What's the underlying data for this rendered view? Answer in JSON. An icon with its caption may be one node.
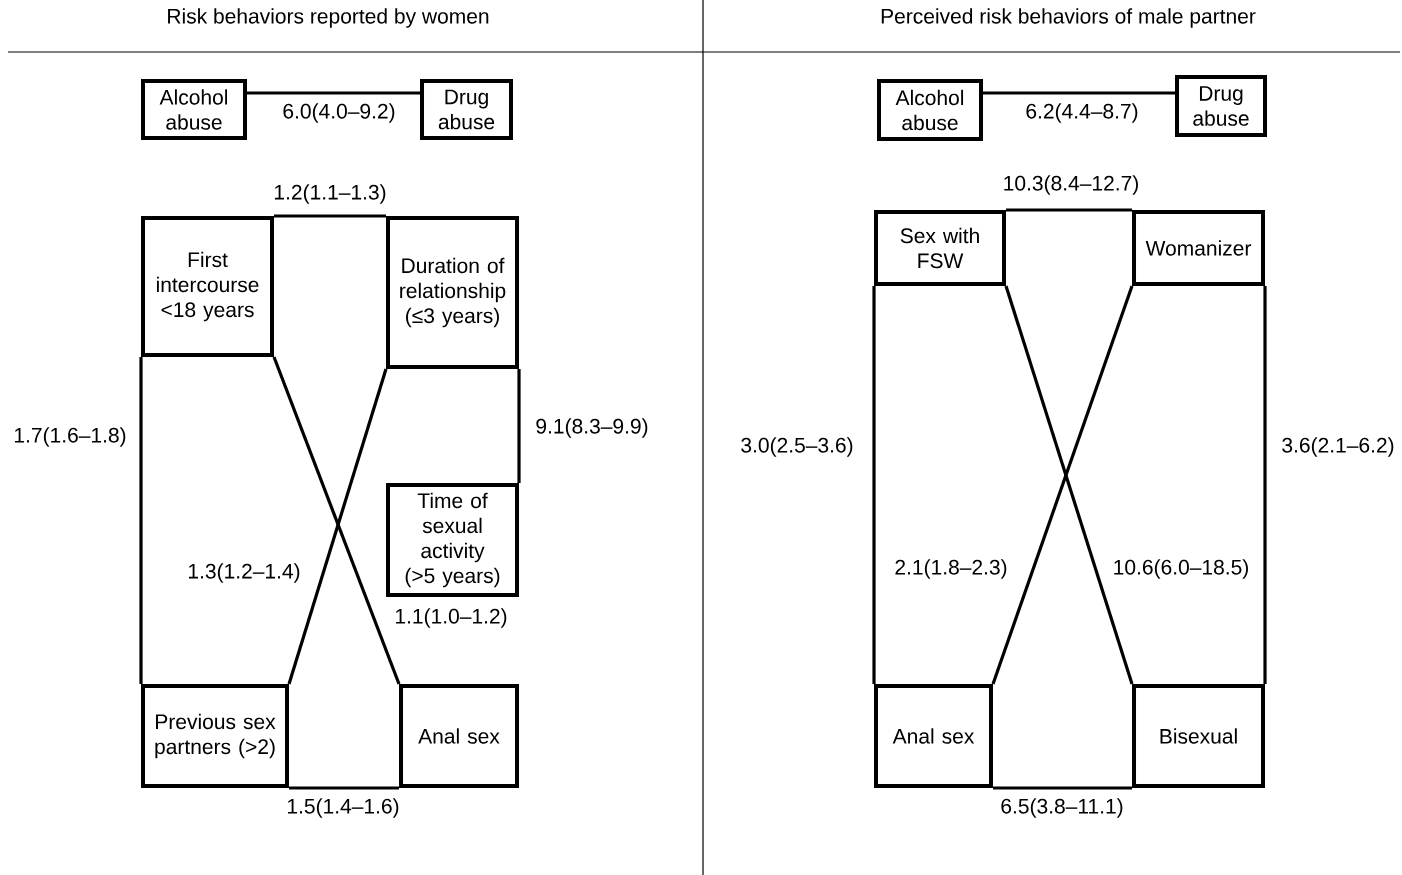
{
  "diagram": {
    "nodes": [
      {
        "text": [
          "Alcohol abuse"
        ]
      },
      {
        "text": [
          "Drug abuse"
        ]
      },
      {
        "text": [
          "First intercourse <18 years"
        ]
      },
      {
        "text": [
          "Duration of relationship (≤3 years)"
        ]
      },
      {
        "text": [
          "Time of sexual activity (>5 years)"
        ]
      },
      {
        "text": [
          "Previous sex partners (>2)"
        ]
      },
      {
        "text": [
          "Anal sex"
        ]
      },
      {
        "text": [
          "Alcohol abuse"
        ]
      },
      {
        "text": [
          "Drug abuse"
        ]
      },
      {
        "text": [
          "Sex with FSW"
        ]
      },
      {
        "text": [
          "Womanizer"
        ]
      },
      {
        "text": [
          "Anal sex"
        ]
      },
      {
        "text": [
          "Bisexual"
        ]
      }
    ],
    "edges": [
      {
        "from": 0,
        "to": 1,
        "arrow": "none",
        "label": "6.0(4.0–9.2)"
      },
      {
        "from": 2,
        "to": 3,
        "arrow": "none",
        "label": "1.2(1.1–1.3)"
      },
      {
        "from": 2,
        "to": 5,
        "arrow": "none",
        "label": "1.7(1.6–1.8)"
      },
      {
        "from": 3,
        "to": 4,
        "arrow": "none",
        "label": "9.1(8.3–9.9)"
      },
      {
        "from": 3,
        "to": 5,
        "arrow": "none",
        "label": "1.3(1.2–1.4)"
      },
      {
        "from": 2,
        "to": 6,
        "arrow": "none",
        "label": "1.1(1.0–1.2)"
      },
      {
        "from": 5,
        "to": 6,
        "arrow": "none",
        "label": "1.5(1.4–1.6)"
      },
      {
        "from": 7,
        "to": 8,
        "arrow": "none",
        "label": "6.2(4.4–8.7)"
      },
      {
        "from": 9,
        "to": 10,
        "arrow": "none",
        "label": "10.3(8.4–12.7)"
      },
      {
        "from": 9,
        "to": 11,
        "arrow": "none",
        "label": "3.0(2.5–3.6)"
      },
      {
        "from": 10,
        "to": 12,
        "arrow": "none",
        "label": "3.6(2.1–6.2)"
      },
      {
        "from": 10,
        "to": 11,
        "arrow": "none",
        "label": "2.1(1.8–2.3)"
      },
      {
        "from": 9,
        "to": 12,
        "arrow": "none",
        "label": "10.6(6.0–18.5)"
      },
      {
        "from": 11,
        "to": 12,
        "arrow": "none",
        "label": "6.5(3.8–11.1)"
      }
    ],
    "labels": [
      "Risk behaviors reported by women",
      "Perceived risk behaviors of male partner"
    ]
  }
}
